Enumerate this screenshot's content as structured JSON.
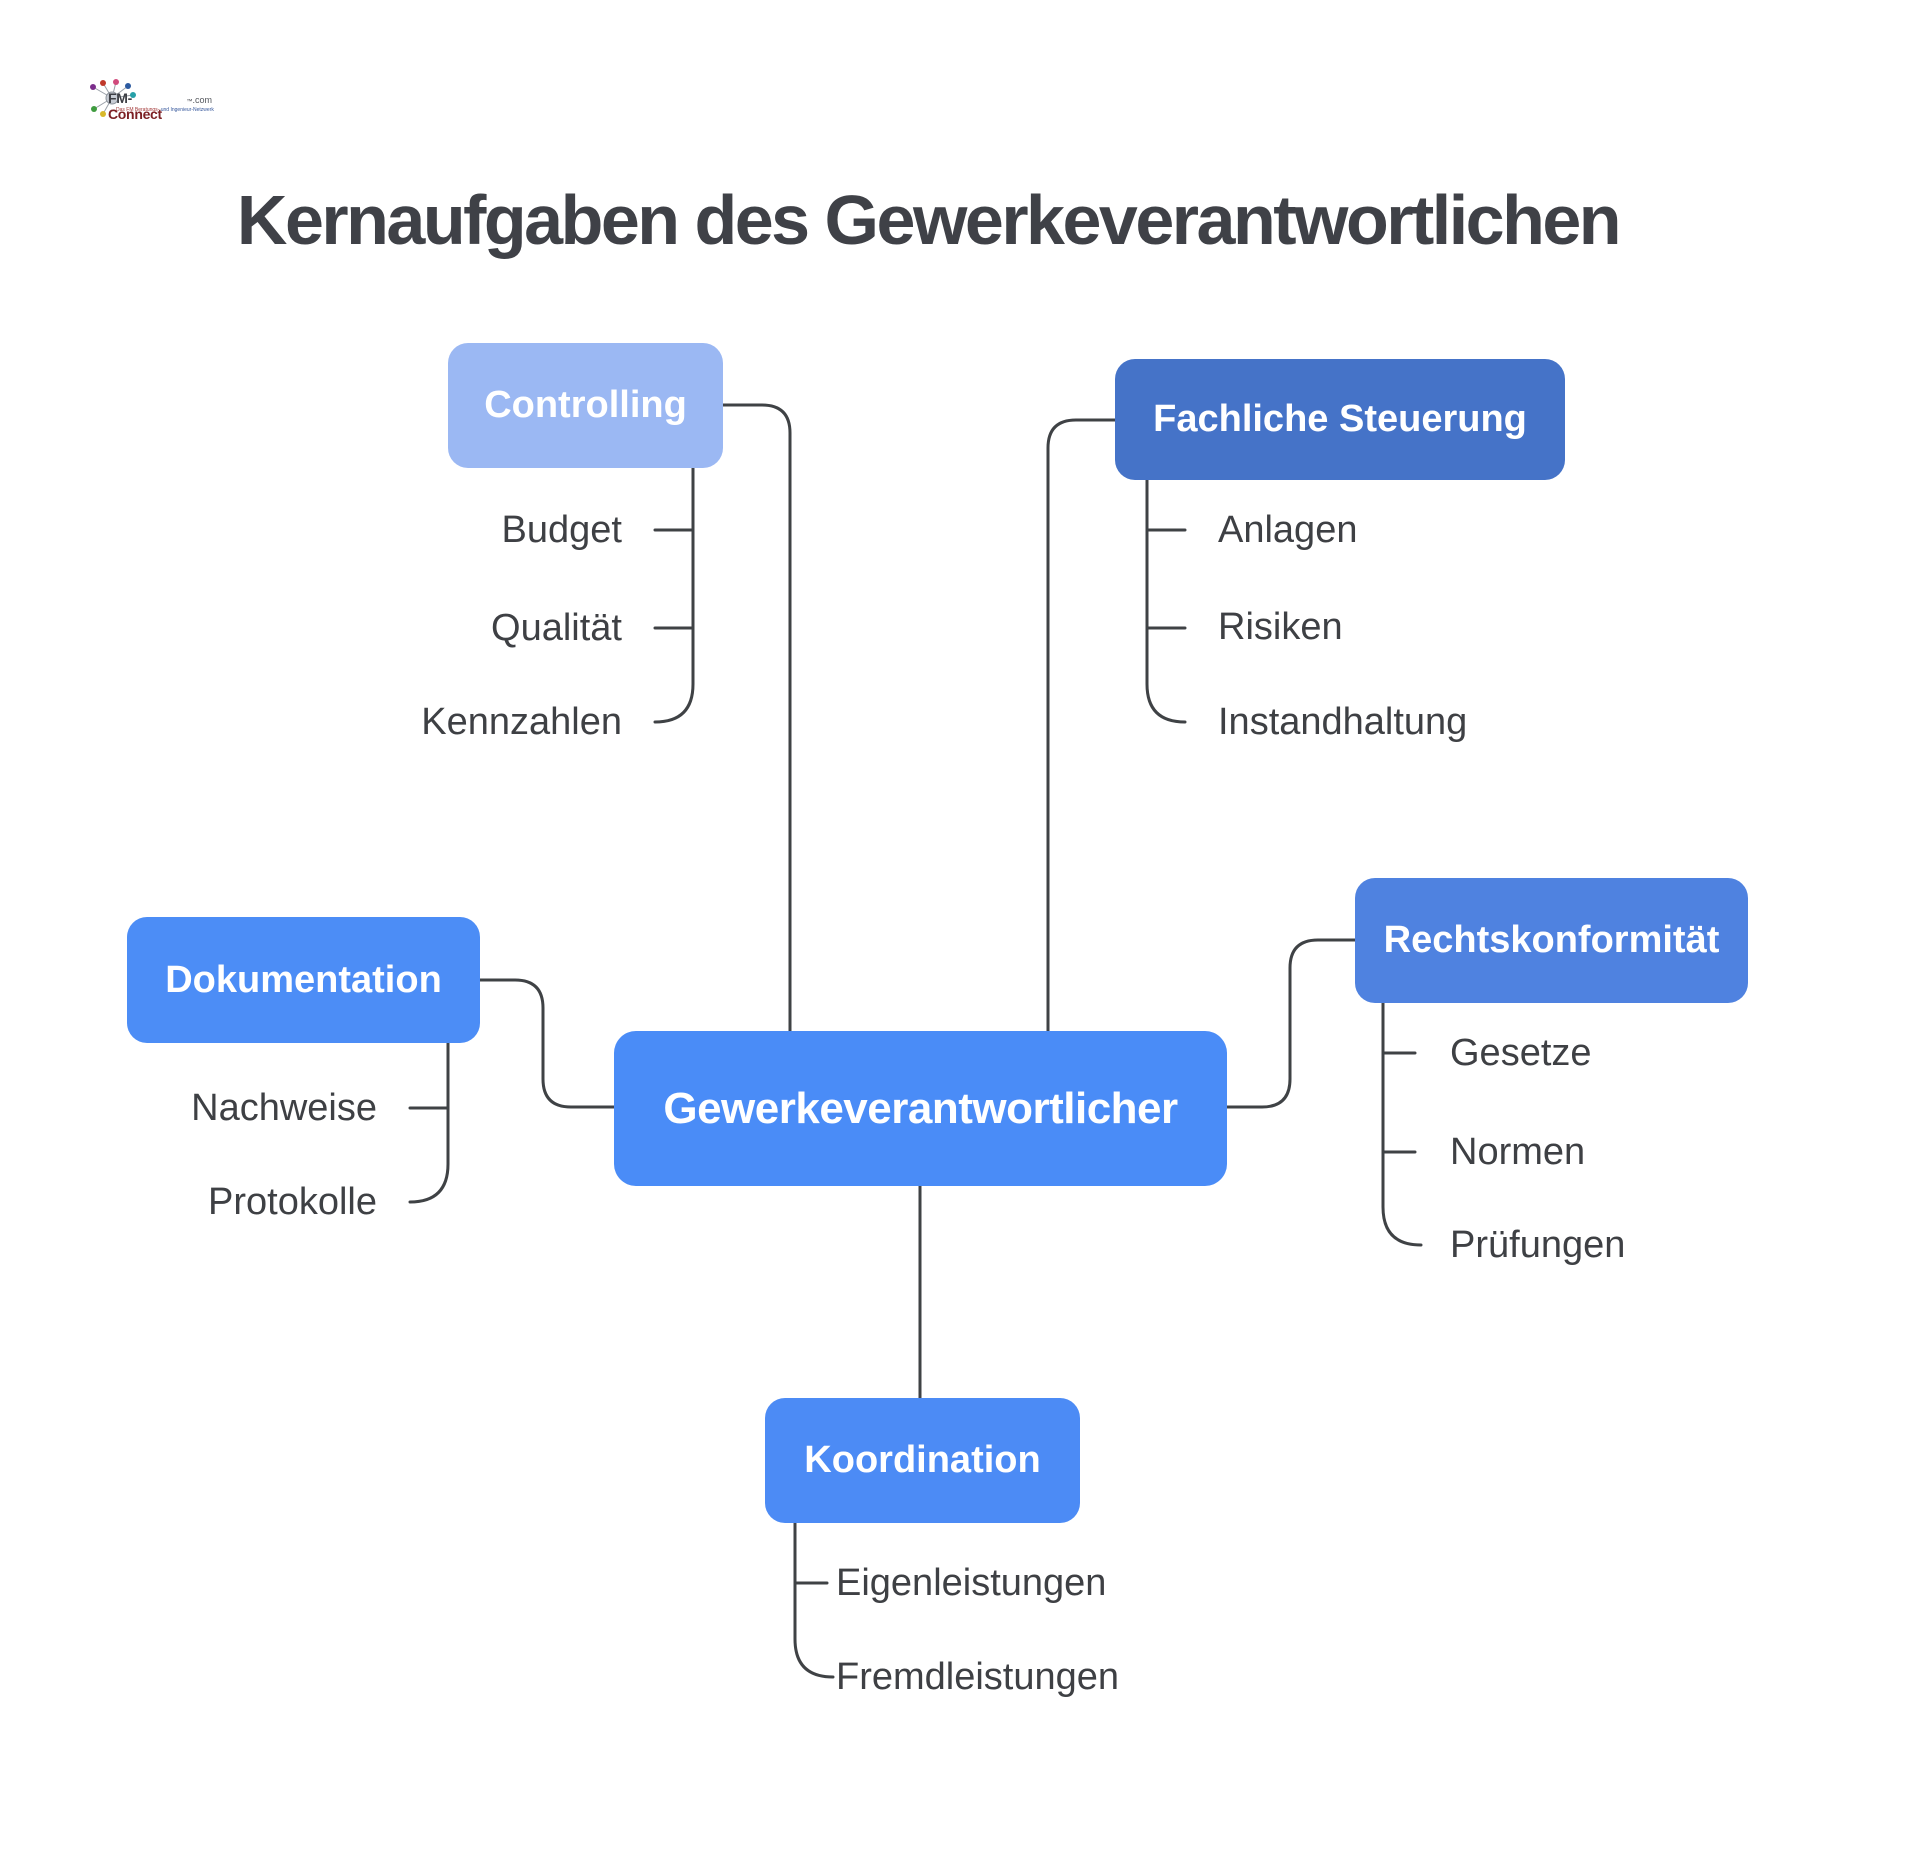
{
  "title": "Kernaufgaben des Gewerkeverantwortlichen",
  "logo": {
    "brand_fm": "FM-",
    "brand_connect": "Connect",
    "trademark": "™",
    "suffix": ".com",
    "tagline_left": "Das FM Beratungs-",
    "tagline_right": " und Ingenieur-Netzwerk"
  },
  "diagram": {
    "line_color": "#3f4245",
    "child_text_color": "#3e4044",
    "node_text_color": "#ffffff",
    "center": {
      "label": "Gewerkeverantwortlicher",
      "color": "#4a8cf7"
    },
    "branches": [
      {
        "id": "controlling",
        "label": "Controlling",
        "color": "#9bb8f3",
        "children": [
          "Budget",
          "Qualität",
          "Kennzahlen"
        ]
      },
      {
        "id": "fachliche-steuerung",
        "label": "Fachliche Steuerung",
        "color": "#4573c8",
        "children": [
          "Anlagen",
          "Risiken",
          "Instandhaltung"
        ]
      },
      {
        "id": "dokumentation",
        "label": "Dokumentation",
        "color": "#4c8df6",
        "children": [
          "Nachweise",
          "Protokolle"
        ]
      },
      {
        "id": "rechtskonformitaet",
        "label": "Rechtskonformität",
        "color": "#4f82e0",
        "children": [
          "Gesetze",
          "Normen",
          "Prüfungen"
        ]
      },
      {
        "id": "koordination",
        "label": "Koordination",
        "color": "#4c8bf5",
        "children": [
          "Eigenleistungen",
          "Fremdleistungen"
        ]
      }
    ]
  }
}
